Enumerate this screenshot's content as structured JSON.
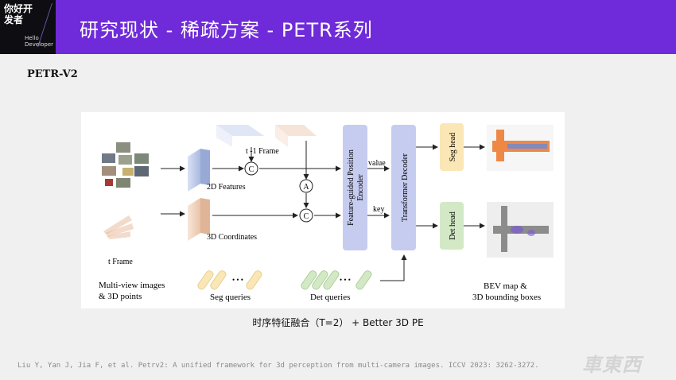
{
  "logo": {
    "cn_text": "你好开发者",
    "en_text": "Hello\nDeveloper"
  },
  "header": {
    "title": "研究现状 - 稀疏方案 - PETR系列"
  },
  "section_title": "PETR-V2",
  "diagram": {
    "t_minus_1_frame": "t -1 Frame",
    "features_2d": "2D Features",
    "coords_3d": "3D Coordinates",
    "t_frame": "t  Frame",
    "multi_view_line1": "Multi-view images",
    "multi_view_line2": "& 3D points",
    "concat_symbol": "C",
    "align_symbol": "A",
    "value_label": "value",
    "key_label": "key",
    "encoder_line1": "Feature-guided Position",
    "encoder_line2": "Encoder",
    "decoder_label": "Transformer  Decoder",
    "seg_head": "Seg head",
    "det_head": "Det head",
    "seg_queries": "Seg queries",
    "det_queries": "Det queries",
    "dots": "• • •",
    "bev_line1": "BEV map &",
    "bev_line2": "3D bounding boxes",
    "colors": {
      "encoder_fill": "#c6ccf0",
      "decoder_fill": "#c6ccf0",
      "seg_head_fill": "#fbe6b5",
      "det_head_fill": "#d3e9c6",
      "features_fill": "#bcc9e8",
      "coords_fill": "#f2d5c2"
    }
  },
  "caption": "时序特征融合（T=2） + Better 3D PE",
  "reference": "Liu Y, Yan J, Jia F, et al. Petrv2: A unified framework for 3d perception from multi-camera images. ICCV 2023: 3262-3272.",
  "watermark": "車東西"
}
